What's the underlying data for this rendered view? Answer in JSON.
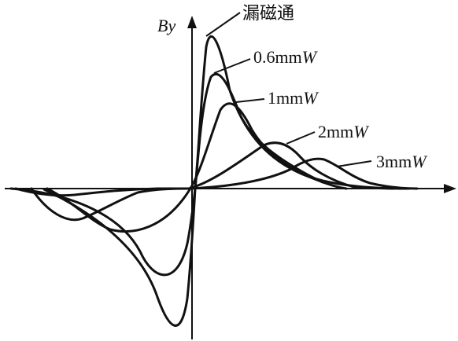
{
  "chart_data": {
    "type": "line",
    "ylabel": "By",
    "grid": false,
    "legend": "direct labels on curves",
    "x": [
      -2.5,
      -2.0,
      -1.5,
      -1.0,
      -0.5,
      0.0,
      0.5,
      1.0,
      1.5,
      2.0,
      2.5,
      3.0
    ],
    "series": [
      {
        "name": "漏磁通",
        "values": [
          -0.02,
          -0.04,
          -0.08,
          -0.2,
          -0.95,
          0.0,
          0.95,
          0.2,
          0.08,
          0.04,
          0.02,
          0.01
        ]
      },
      {
        "name": "0.6mm",
        "name_suffix": "W",
        "values": [
          -0.03,
          -0.06,
          -0.15,
          -0.4,
          -0.75,
          0.0,
          0.75,
          0.4,
          0.15,
          0.06,
          0.03,
          0.01
        ]
      },
      {
        "name": "1mm",
        "name_suffix": "W",
        "values": [
          -0.04,
          -0.1,
          -0.3,
          -0.55,
          -0.35,
          0.0,
          0.35,
          0.55,
          0.3,
          0.1,
          0.04,
          0.01
        ]
      },
      {
        "name": "2mm",
        "name_suffix": "W",
        "values": [
          -0.1,
          -0.3,
          -0.25,
          -0.2,
          -0.12,
          0.0,
          0.12,
          0.2,
          0.3,
          0.25,
          0.1,
          0.03
        ]
      },
      {
        "name": "3mm",
        "name_suffix": "W",
        "values": [
          -0.15,
          -0.1,
          -0.08,
          -0.06,
          -0.03,
          0.0,
          0.03,
          0.06,
          0.1,
          0.15,
          0.1,
          0.03
        ]
      }
    ]
  }
}
